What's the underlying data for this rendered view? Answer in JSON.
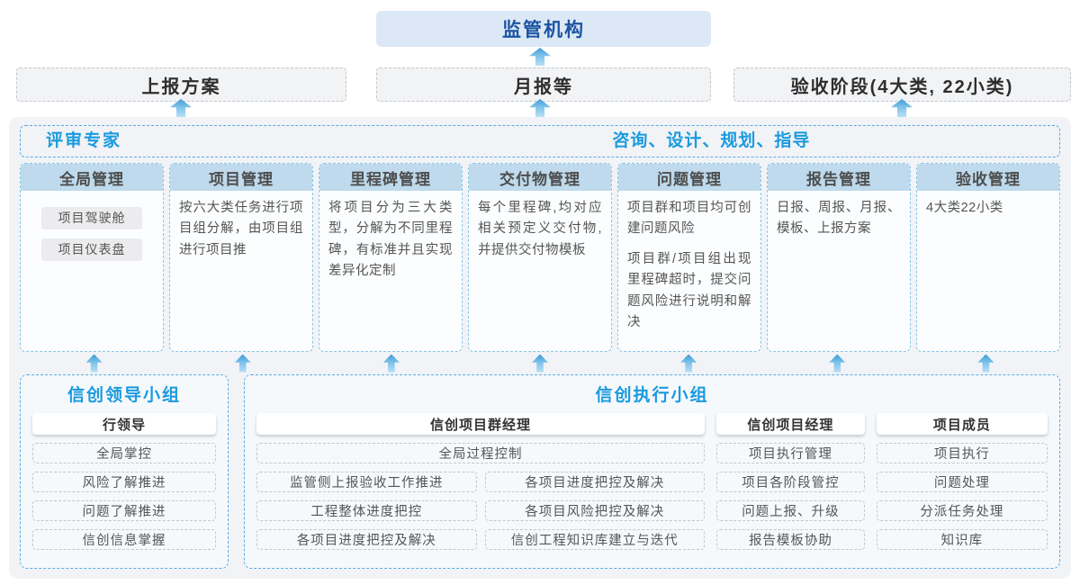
{
  "colors": {
    "accent_blue": "#1a9ade",
    "navy_blue": "#1c55a3",
    "column_header_bg": "#bedaec",
    "panel_bg": "#f1f3f6",
    "arrow_blue": "#4da2da"
  },
  "top": {
    "regulator": "监管机构"
  },
  "report_row": [
    {
      "label": "上报方案"
    },
    {
      "label": "月报等"
    },
    {
      "label": "验收阶段(4大类, 22小类)"
    }
  ],
  "middle": {
    "left_label": "评审专家",
    "right_label": "咨询、设计、规划、指导",
    "columns": [
      {
        "title": "全局管理",
        "boxes": [
          "项目驾驶舱",
          "项目仪表盘"
        ]
      },
      {
        "title": "项目管理",
        "text": "按六大类任务进行项目组分解，由项目组进行项目推"
      },
      {
        "title": "里程碑管理",
        "text": "将项目分为三大类型，分解为不同里程碑，有标准并且实现差异化定制"
      },
      {
        "title": "交付物管理",
        "text": "每个里程碑,均对应相关预定义交付物,并提供交付物模板"
      },
      {
        "title": "问题管理",
        "paragraphs": [
          "项目群和项目均可创建问题风险",
          "项目群/项目组出现里程碑超时，提交问题风险进行说明和解决"
        ]
      },
      {
        "title": "报告管理",
        "text": "日报、周报、月报、模板、上报方案"
      },
      {
        "title": "验收管理",
        "text": "4大类22小类"
      }
    ]
  },
  "bottom": {
    "leader_group": {
      "title": "信创领导小组",
      "role": "行领导",
      "items": [
        "全局掌控",
        "风险了解推进",
        "问题了解推进",
        "信创信息掌握"
      ]
    },
    "exec_group": {
      "title": "信创执行小组",
      "pm_group": {
        "role": "信创项目群经理",
        "full_item": "全局过程控制",
        "grid_items": [
          "监管侧上报验收工作推进",
          "各项目进度把控及解决",
          "工程整体进度把控",
          "各项目风险把控及解决",
          "各项目进度把控及解决",
          "信创工程知识库建立与迭代"
        ]
      },
      "pm": {
        "role": "信创项目经理",
        "items": [
          "项目执行管理",
          "项目各阶段管控",
          "问题上报、升级",
          "报告模板协助"
        ]
      },
      "member": {
        "role": "项目成员",
        "items": [
          "项目执行",
          "问题处理",
          "分派任务处理",
          "知识库"
        ]
      }
    }
  }
}
